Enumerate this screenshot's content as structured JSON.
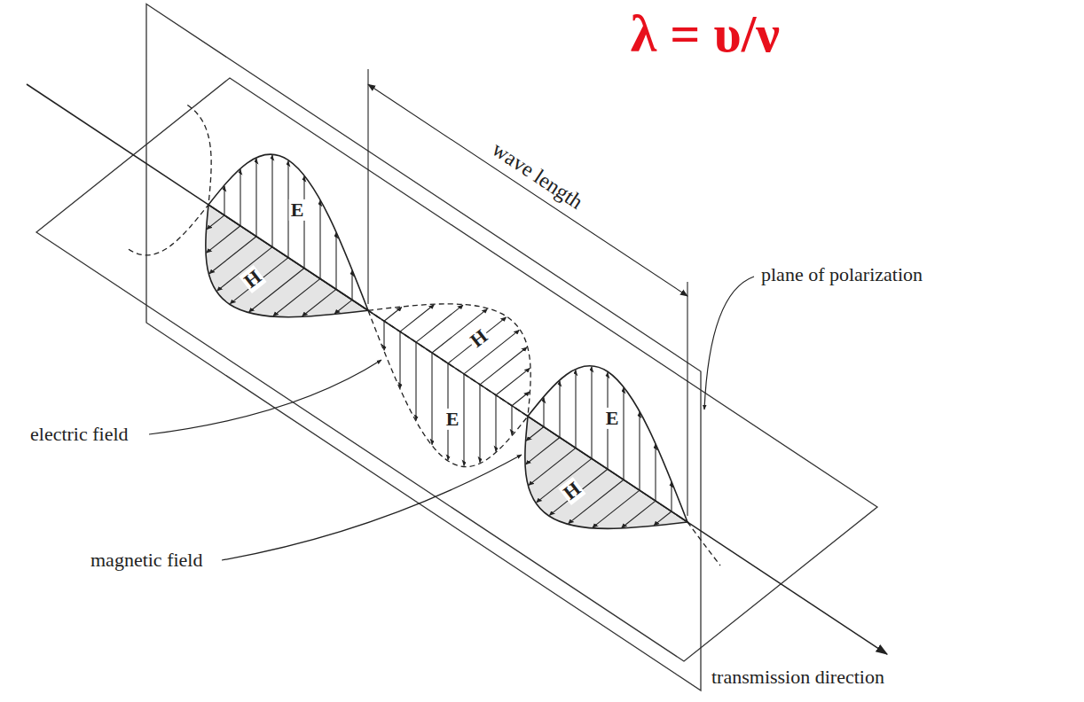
{
  "diagram": {
    "title": "λ = υ/ν",
    "labels": [
      "wave length",
      "E",
      "H",
      "H",
      "E",
      "E",
      "H",
      "plane of polarization",
      "electric field",
      "magnetic field",
      "transmission direction"
    ]
  }
}
